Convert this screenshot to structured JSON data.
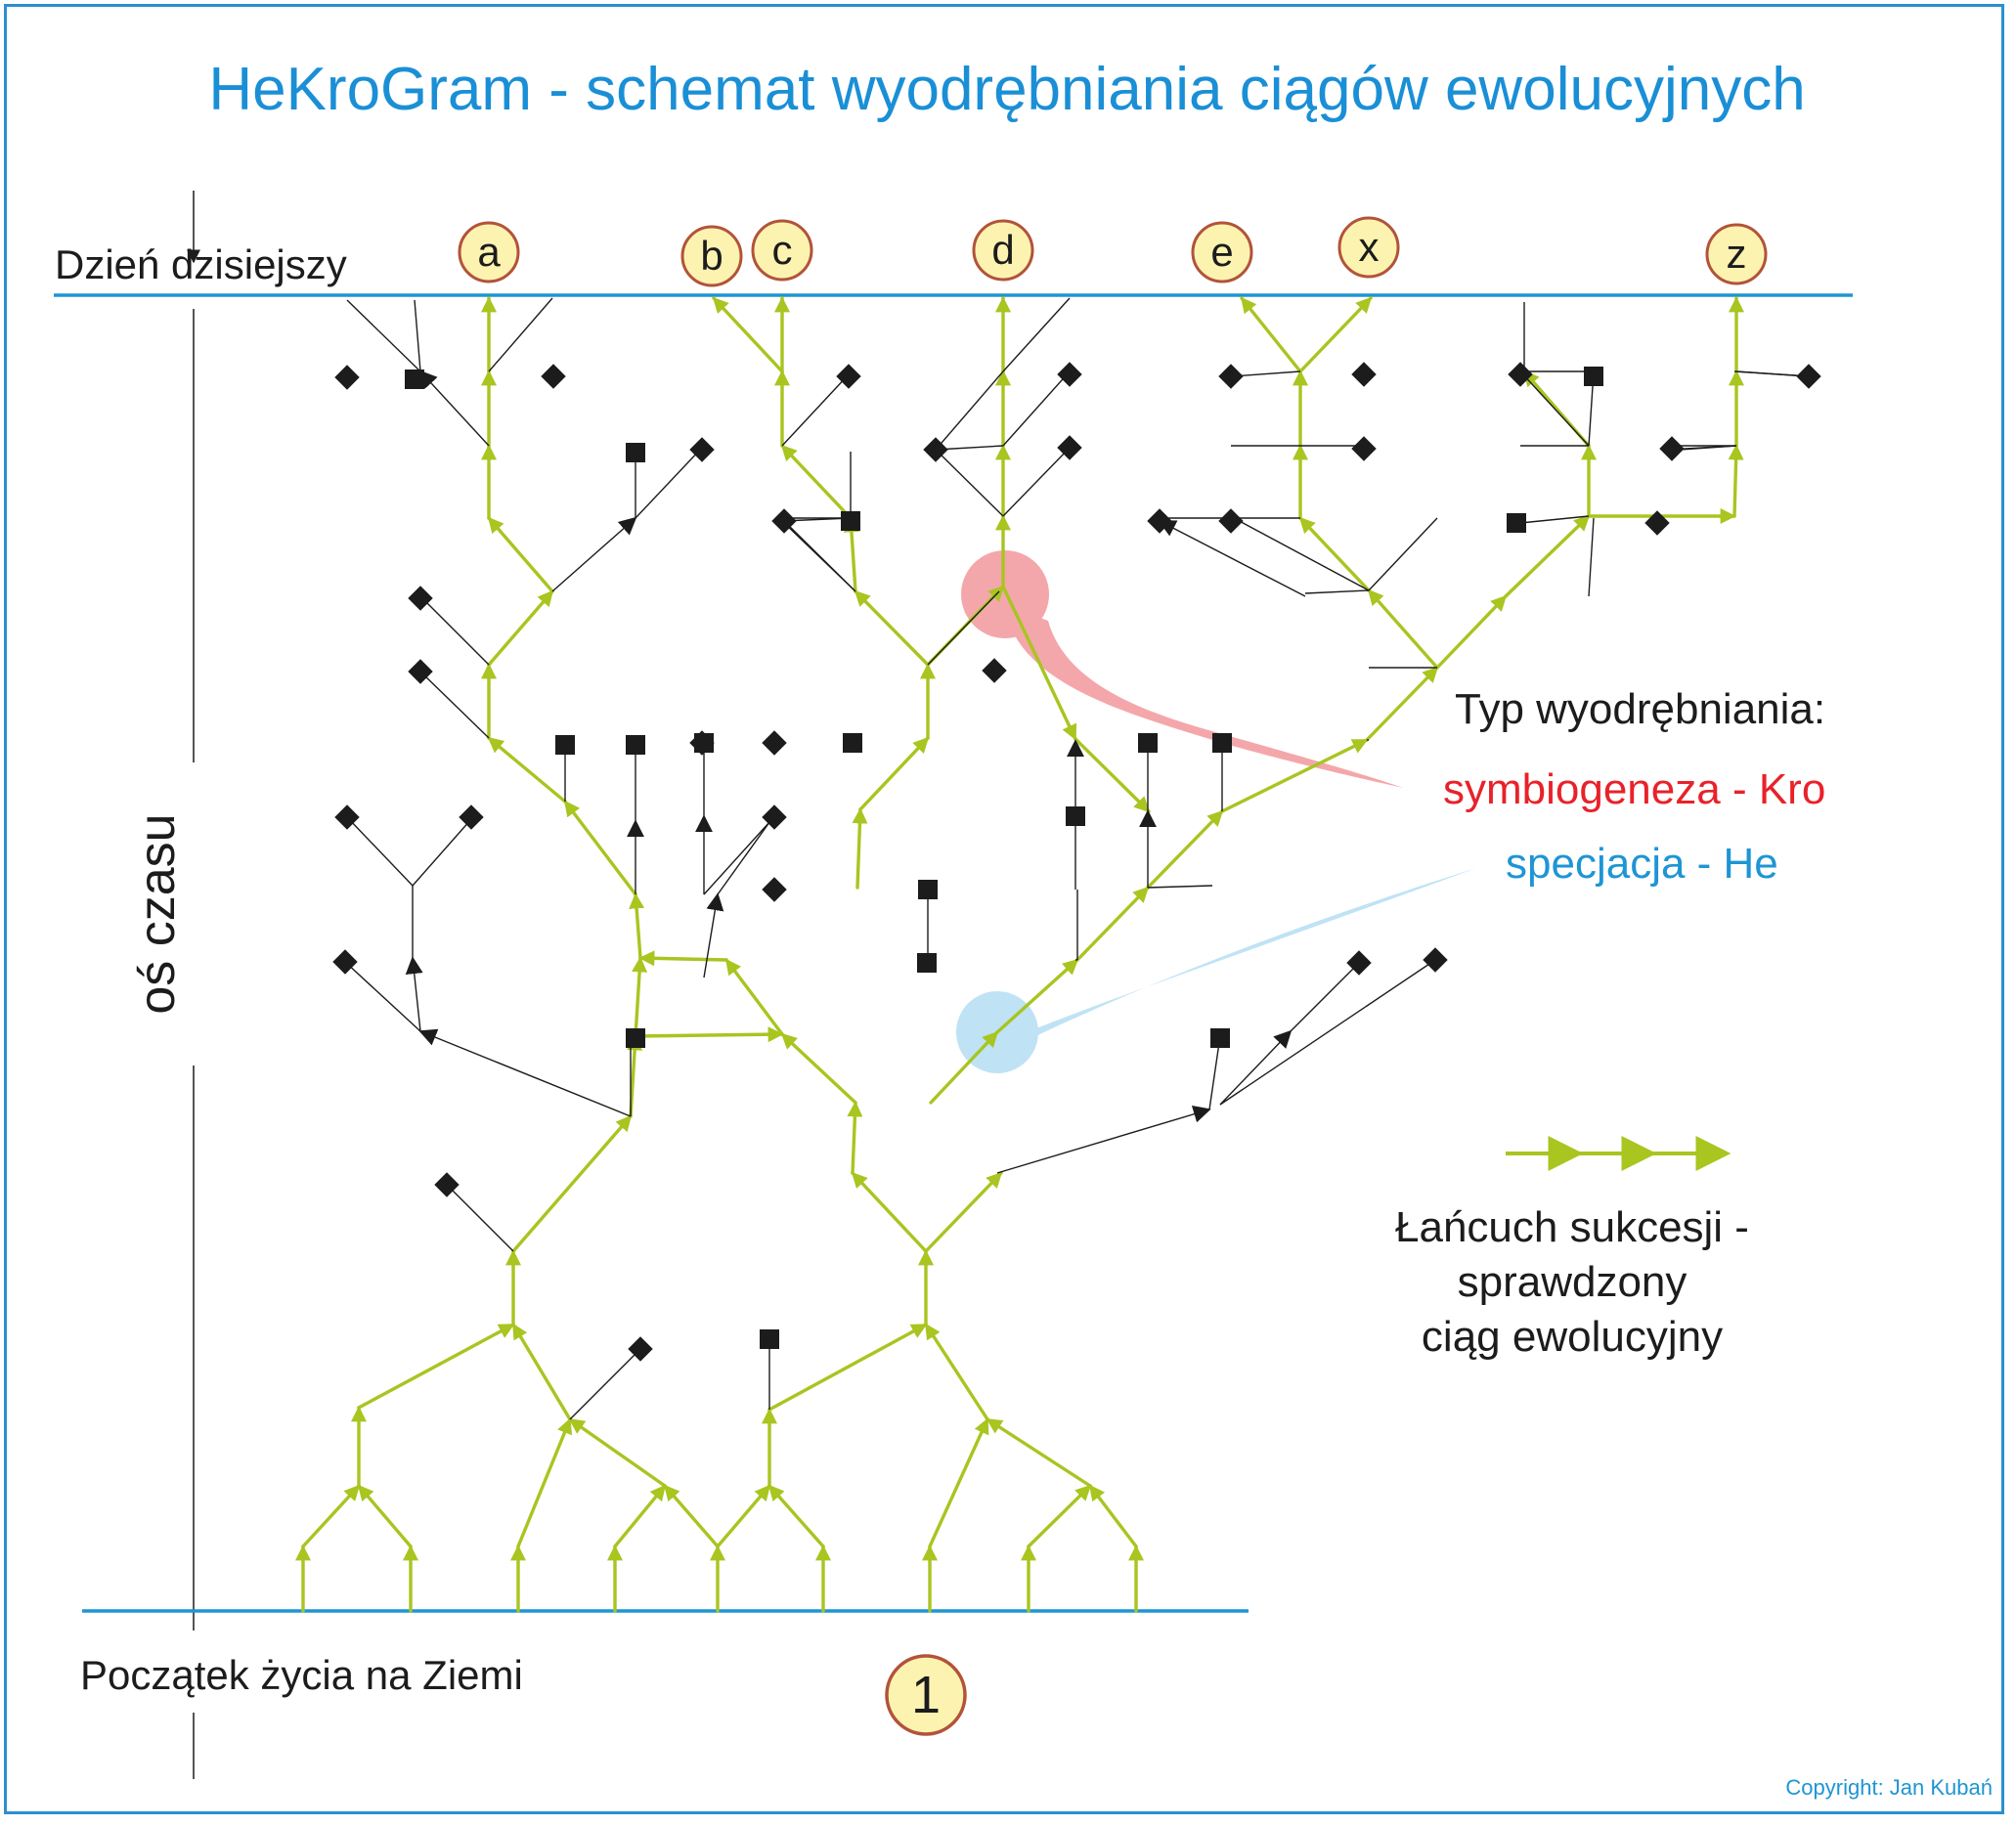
{
  "title": "HeKroGram - schemat wyodrębniania ciągów ewolucyjnych",
  "top_label": "Dzień dzisiejszy",
  "bottom_label": "Początek życia na Ziemi",
  "axis_label": "oś czasu",
  "root_label": "1",
  "lineage_labels": [
    "a",
    "b",
    "c",
    "d",
    "e",
    "x",
    "z"
  ],
  "legend": {
    "heading": "Typ wyodrębniania:",
    "symbiogenesis": "symbiogeneza - Kro",
    "speciation": "specjacja - He",
    "chain_line1": "Łańcuch sukcesji -",
    "chain_line2": "sprawdzony",
    "chain_line3": "ciąg ewolucyjny"
  },
  "copyright": "Copyright: Jan Kubań",
  "colors": {
    "frame": "#2b8fd0",
    "title": "#1a8fd6",
    "chain": "#a8c520",
    "branch": "#1c1c1c",
    "symbiogenesis": "#e8222a",
    "speciation": "#1e95d4",
    "label_fill": "#fdf3b0",
    "label_stroke": "#b2533a"
  }
}
